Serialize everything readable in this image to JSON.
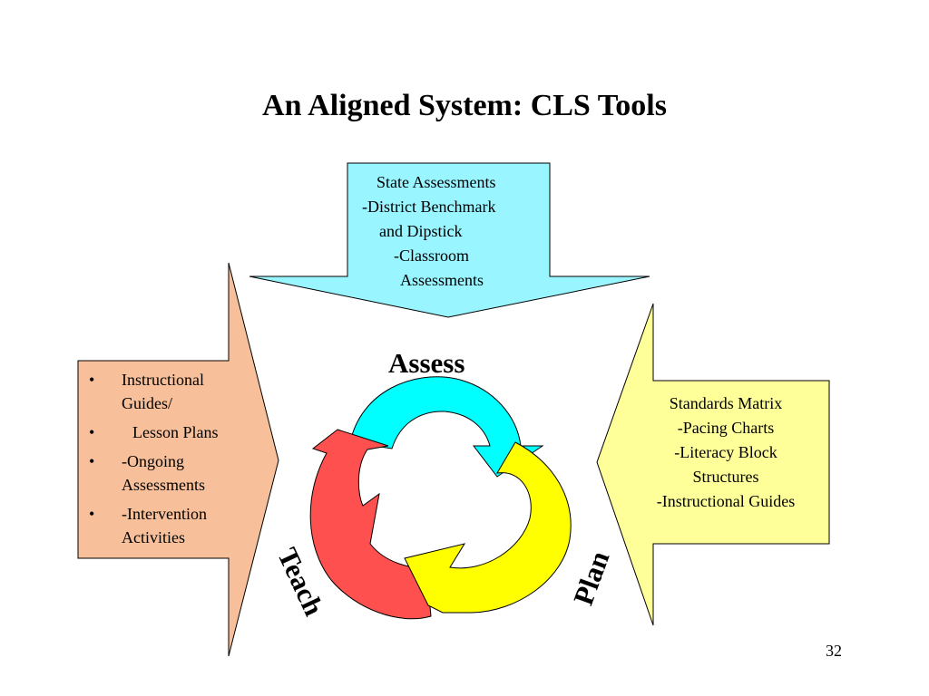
{
  "title": "An Aligned System: CLS Tools",
  "top_arrow": {
    "lines": [
      "State Assessments",
      "-District Benchmark",
      "and Dipstick",
      "-Classroom",
      "Assessments"
    ],
    "color": "#99F5FF"
  },
  "left_arrow": {
    "items": [
      "Instructional Guides/",
      "Lesson Plans",
      "-Ongoing Assessments",
      "-Intervention Activities"
    ],
    "color": "#F8C09A"
  },
  "right_arrow": {
    "lines": [
      "Standards Matrix",
      "-Pacing Charts",
      "-Literacy Block",
      "Structures",
      "-Instructional Guides"
    ],
    "color": "#FFFF99"
  },
  "cycle": {
    "assess_label": "Assess",
    "teach_label": "Teach",
    "plan_label": "Plan",
    "assess_color": "#00FFFF",
    "teach_color": "#FF5050",
    "plan_color": "#FFFF00"
  },
  "page_number": "32"
}
